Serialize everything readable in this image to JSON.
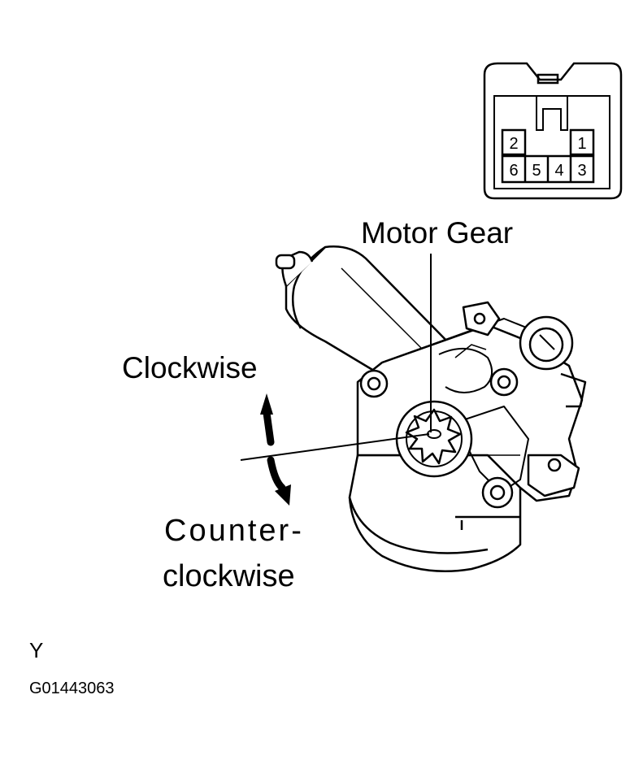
{
  "labels": {
    "motor_gear": "Motor Gear",
    "clockwise": "Clockwise",
    "counter_line1": "Counter-",
    "counter_line2": "clockwise",
    "view_letter": "Y",
    "figure_code": "G01443063"
  },
  "connector": {
    "top_row": [
      "2",
      "1"
    ],
    "bottom_row": [
      "6",
      "5",
      "4",
      "3"
    ]
  }
}
